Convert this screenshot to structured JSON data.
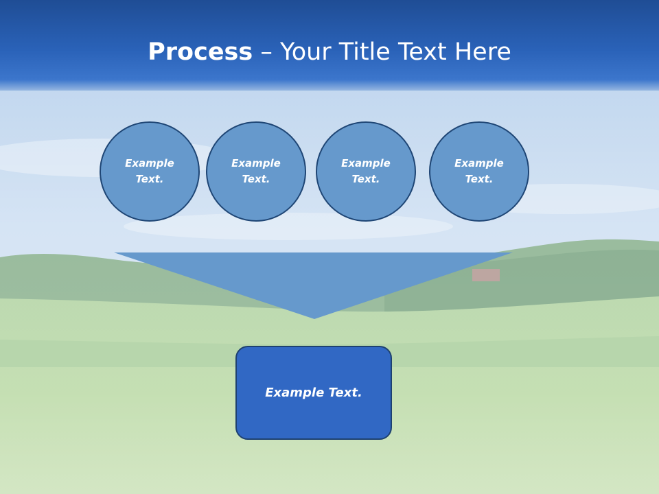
{
  "slide": {
    "title_bold": "Process",
    "title_rest": " – Your Title Text Here"
  },
  "steps": [
    {
      "text": "Example Text."
    },
    {
      "text": "Example Text."
    },
    {
      "text": "Example Text."
    },
    {
      "text": "Example Text."
    }
  ],
  "result": {
    "text": "Example Text."
  },
  "colors": {
    "header": "#2a62b8",
    "circle_fill": "#6699cc",
    "circle_border": "#1f4675",
    "funnel_fill": "#6699cc",
    "box_fill": "#3168c4"
  }
}
